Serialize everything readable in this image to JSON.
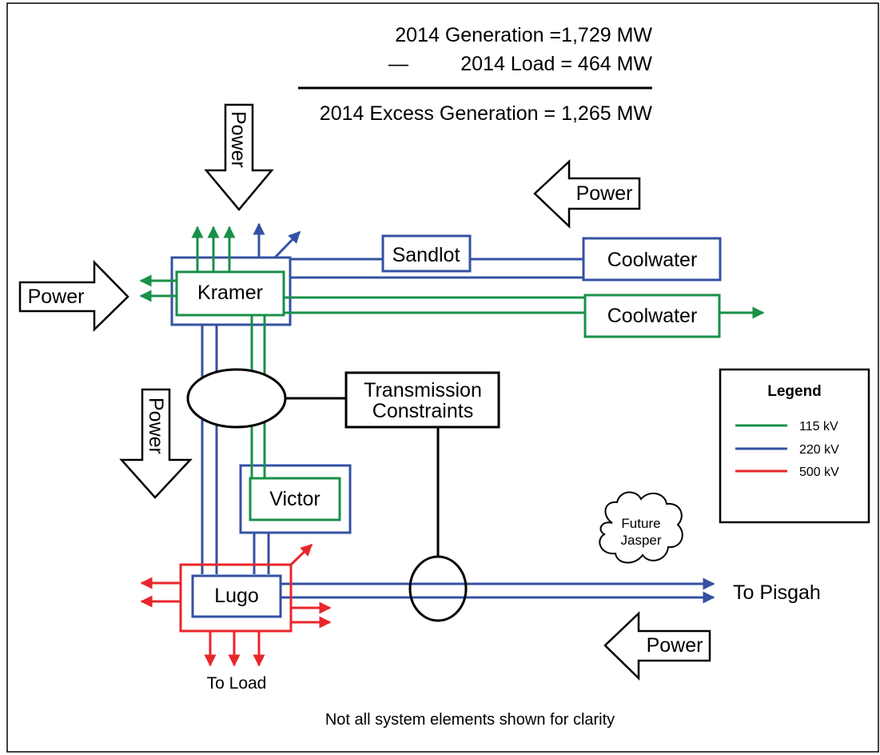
{
  "summary": {
    "generation": "2014 Generation =1,729 MW",
    "minus_sign": "—",
    "load": "2014 Load = 464 MW",
    "excess": "2014 Excess Generation = 1,265 MW"
  },
  "power_arrows": {
    "top": "Power",
    "top_right": "Power",
    "left": "Power",
    "left_down": "Power",
    "bottom_right": "Power"
  },
  "substations": {
    "kramer": "Kramer",
    "sandlot": "Sandlot",
    "coolwater_220": "Coolwater",
    "coolwater_115": "Coolwater",
    "victor": "Victor",
    "lugo": "Lugo"
  },
  "constraints_label": [
    "Transmission",
    "Constraints"
  ],
  "future": [
    "Future",
    "Jasper"
  ],
  "to_pisgah": "To Pisgah",
  "to_load": "To Load",
  "legend": {
    "title": "Legend",
    "items": [
      {
        "label": "115 kV",
        "color": "#1a9048"
      },
      {
        "label": "220 kV",
        "color": "#3451a3"
      },
      {
        "label": "500 kV",
        "color": "#e8262b"
      }
    ]
  },
  "footnote": "Not all system elements shown for clarity",
  "colors": {
    "kv115": "#1a9048",
    "kv220": "#3451a3",
    "kv500": "#e8262b"
  }
}
